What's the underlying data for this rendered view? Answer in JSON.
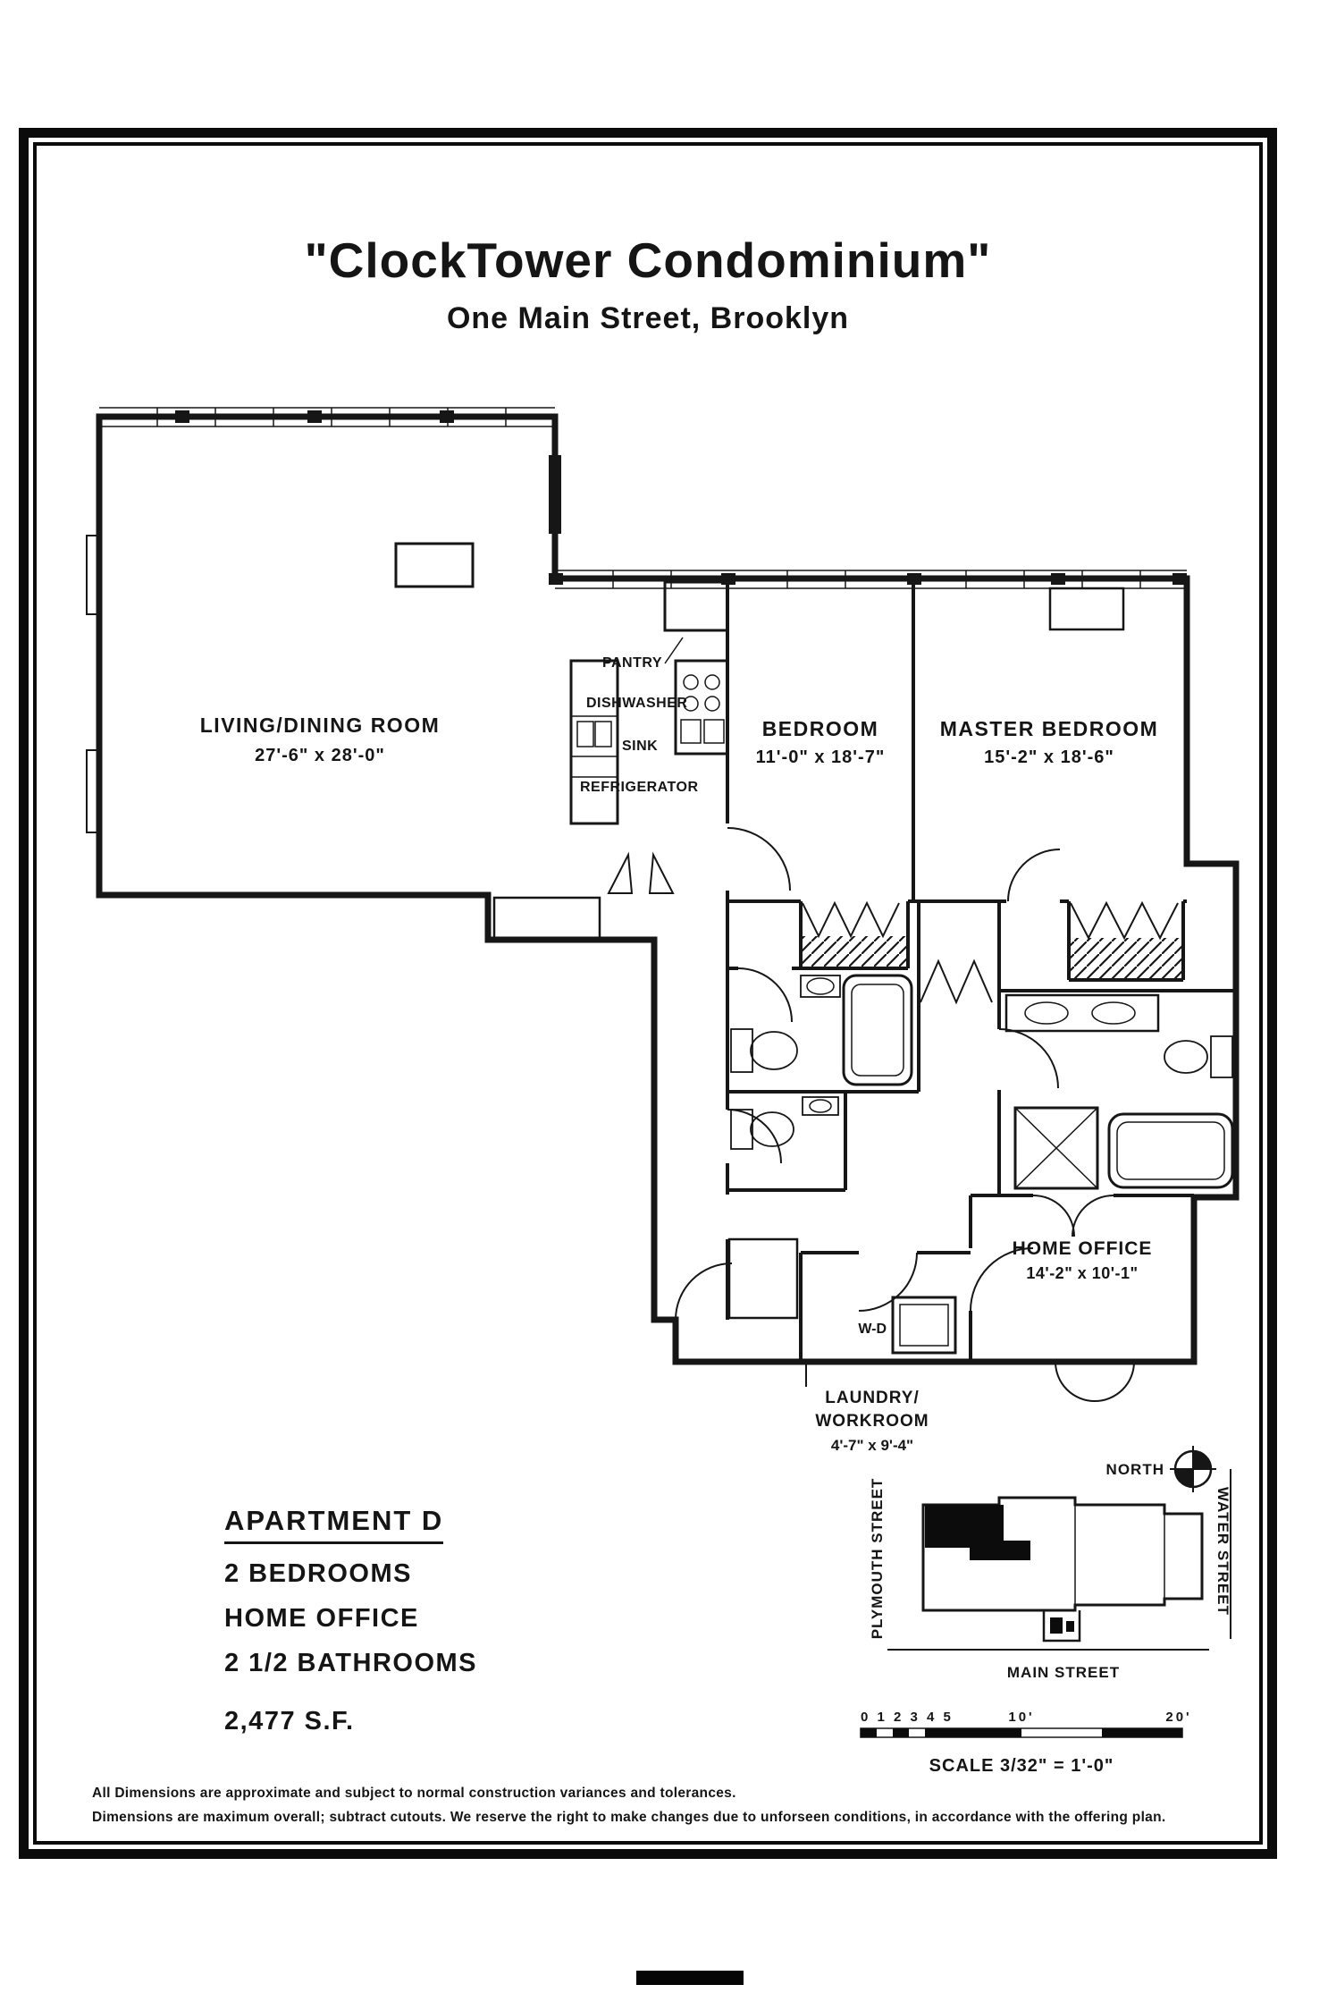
{
  "page": {
    "title": "\"ClockTower Condominium\"",
    "subtitle": "One Main Street, Brooklyn"
  },
  "plan": {
    "living_dining": {
      "name": "LIVING/DINING ROOM",
      "dims": "27'-6\" x 28'-0\""
    },
    "bedroom": {
      "name": "BEDROOM",
      "dims": "11'-0\" x 18'-7\""
    },
    "master_bedroom": {
      "name": "MASTER BEDROOM",
      "dims": "15'-2\" x 18'-6\""
    },
    "home_office": {
      "name": "HOME OFFICE",
      "dims": "14'-2\" x 10'-1\""
    },
    "laundry": {
      "line1": "LAUNDRY/",
      "line2": "WORKROOM",
      "dims": "4'-7\" x 9'-4\""
    },
    "kitchen": {
      "pantry": "PANTRY",
      "dishwasher": "DISHWASHER",
      "sink": "SINK",
      "refrigerator": "REFRIGERATOR"
    },
    "washer_dryer": "W-D"
  },
  "summary": {
    "apartment": "APARTMENT D",
    "line1": "2 BEDROOMS",
    "line2": "HOME OFFICE",
    "line3": "2 1/2 BATHROOMS",
    "area": "2,477 S.F."
  },
  "keymap": {
    "north_label": "NORTH",
    "street_left": "PLYMOUTH STREET",
    "street_right": "WATER STREET",
    "street_bottom": "MAIN STREET"
  },
  "scalebar": {
    "ticks": "0 1 2 3 4 5",
    "mid": "10'",
    "end": "20'",
    "label": "SCALE 3/32\" = 1'-0\""
  },
  "disclaimer": {
    "line1": "All Dimensions are approximate and subject to normal construction variances and tolerances.",
    "line2": "Dimensions are maximum overall; subtract cutouts. We reserve the right to make changes due to unforseen conditions, in accordance with the offering plan."
  }
}
